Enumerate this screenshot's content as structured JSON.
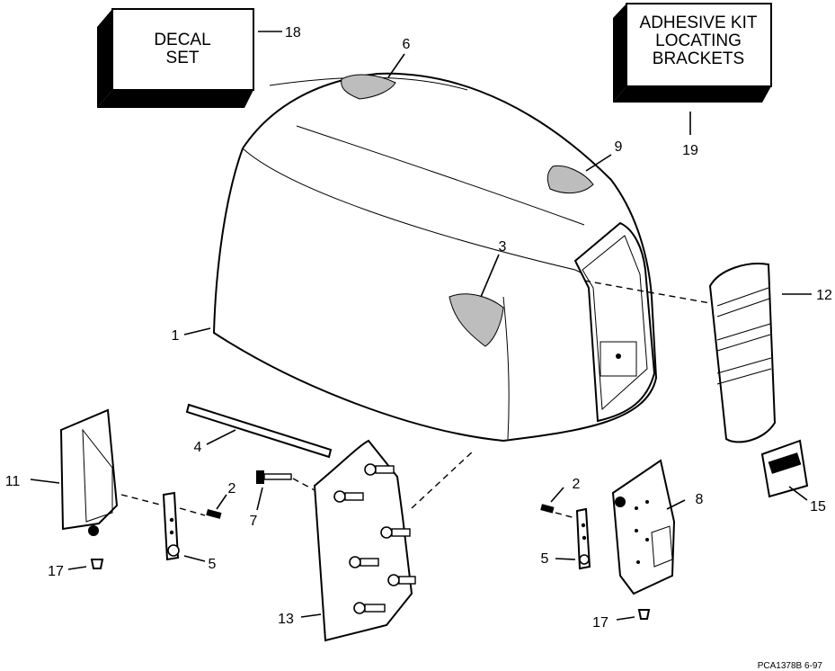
{
  "kits": {
    "decal_set": {
      "line1": "DECAL",
      "line2": "SET",
      "callout": "18"
    },
    "adhesive_kit": {
      "line1": "ADHESIVE KIT",
      "line2": "LOCATING",
      "line3": "BRACKETS",
      "callout": "19"
    }
  },
  "callouts": {
    "c1": "1",
    "c2a": "2",
    "c2b": "2",
    "c3": "3",
    "c4": "4",
    "c5a": "5",
    "c5b": "5",
    "c6": "6",
    "c7": "7",
    "c8": "8",
    "c9": "9",
    "c11": "11",
    "c12": "12",
    "c13": "13",
    "c15": "15",
    "c17a": "17",
    "c17b": "17"
  },
  "reference_code": "PCA1378B  6-97"
}
